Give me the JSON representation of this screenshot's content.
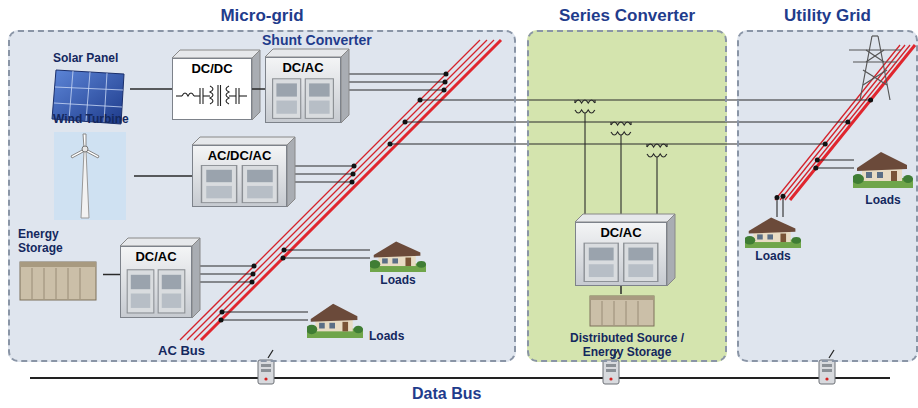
{
  "diagram": {
    "nodes": [
      {
        "text": [
          "Micro-grid"
        ]
      },
      {
        "text": [
          "Solar Panel"
        ],
        "in": 0
      },
      {
        "text": [
          "DC/DC"
        ],
        "in": 0
      },
      {
        "text": [
          "DC/AC"
        ],
        "in": 0
      },
      {
        "text": [
          "Wind Turbine"
        ],
        "in": 0
      },
      {
        "text": [
          "AC/DC/AC"
        ],
        "in": 0
      },
      {
        "text": [
          "Energy Storage"
        ],
        "in": 0
      },
      {
        "text": [
          "DC/AC"
        ],
        "in": 0
      },
      {
        "text": [
          "Loads"
        ],
        "in": 0
      },
      {
        "text": [
          "Loads"
        ],
        "in": 0
      },
      {
        "text": [
          "Series Converter"
        ]
      },
      {
        "text": [
          "DC/AC"
        ],
        "in": 10
      },
      {
        "text": [
          "Distributed Source / Energy Storage"
        ],
        "in": 10
      },
      {
        "text": [
          "Utility Grid"
        ]
      },
      {
        "text": [
          "Loads"
        ],
        "in": 13
      },
      {
        "text": [
          "Loads"
        ],
        "in": 13
      }
    ],
    "edges": [
      {
        "from": 1,
        "to": 2,
        "arrow": "none"
      },
      {
        "from": 2,
        "to": 3,
        "arrow": "none"
      },
      {
        "from": 4,
        "to": 5,
        "arrow": "none"
      },
      {
        "from": 6,
        "to": 7,
        "arrow": "none"
      },
      {
        "from": 11,
        "to": 12,
        "arrow": "none"
      }
    ],
    "labels": [
      "Shunt Converter",
      "AC Bus",
      "Data Bus"
    ]
  }
}
